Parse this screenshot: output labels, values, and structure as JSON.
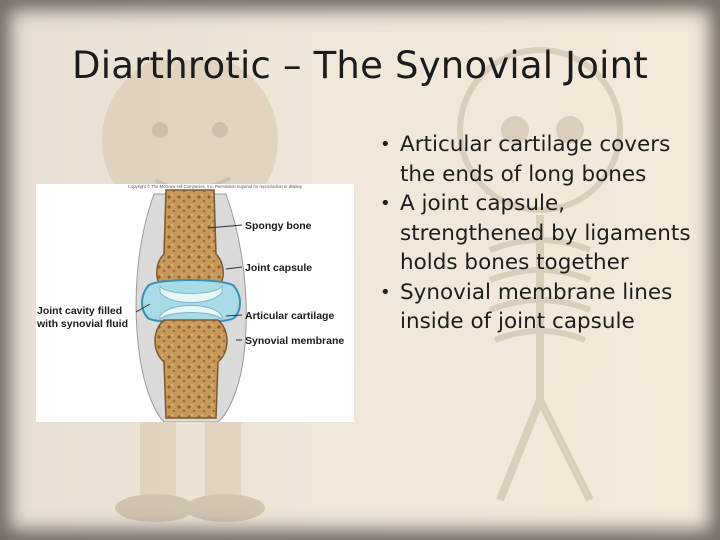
{
  "slide": {
    "title": "Diarthrotic – The Synovial Joint",
    "bullets": [
      "Articular cartilage covers the ends of long bones",
      "A joint capsule, strengthened by ligaments holds bones together",
      "Synovial membrane lines inside of joint capsule"
    ],
    "bullet_icon": "bullet-dot"
  },
  "figure": {
    "copyright": "Copyright © The McGraw-Hill Companies, Inc. Permission required for reproduction or display.",
    "labels": {
      "spongy_bone": "Spongy bone",
      "joint_capsule": "Joint capsule",
      "joint_cavity_line1": "Joint cavity filled",
      "joint_cavity_line2": "with synovial fluid",
      "articular_cartilage": "Articular cartilage",
      "synovial_membrane": "Synovial membrane"
    }
  },
  "colors": {
    "bone": "#c8a062",
    "cartilage": "#a9dbe6",
    "capsule": "#cfcfcf",
    "text": "#1d1d1d"
  }
}
